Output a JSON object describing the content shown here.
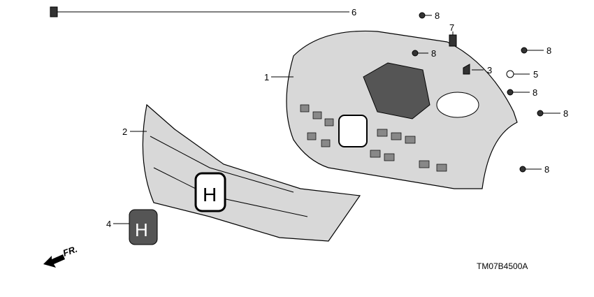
{
  "diagram": {
    "callouts": [
      {
        "id": "callout-1",
        "text": "1"
      },
      {
        "id": "callout-2",
        "text": "2"
      },
      {
        "id": "callout-3",
        "text": "3"
      },
      {
        "id": "callout-4",
        "text": "4"
      },
      {
        "id": "callout-5",
        "text": "5"
      },
      {
        "id": "callout-6",
        "text": "6"
      },
      {
        "id": "callout-7",
        "text": "7"
      },
      {
        "id": "callout-8a",
        "text": "8"
      },
      {
        "id": "callout-8b",
        "text": "8"
      },
      {
        "id": "callout-8c",
        "text": "8"
      },
      {
        "id": "callout-8d",
        "text": "8"
      },
      {
        "id": "callout-8e",
        "text": "8"
      },
      {
        "id": "callout-8f",
        "text": "8"
      }
    ],
    "direction_label": "FR.",
    "diagram_code": "TM07B4500A"
  }
}
